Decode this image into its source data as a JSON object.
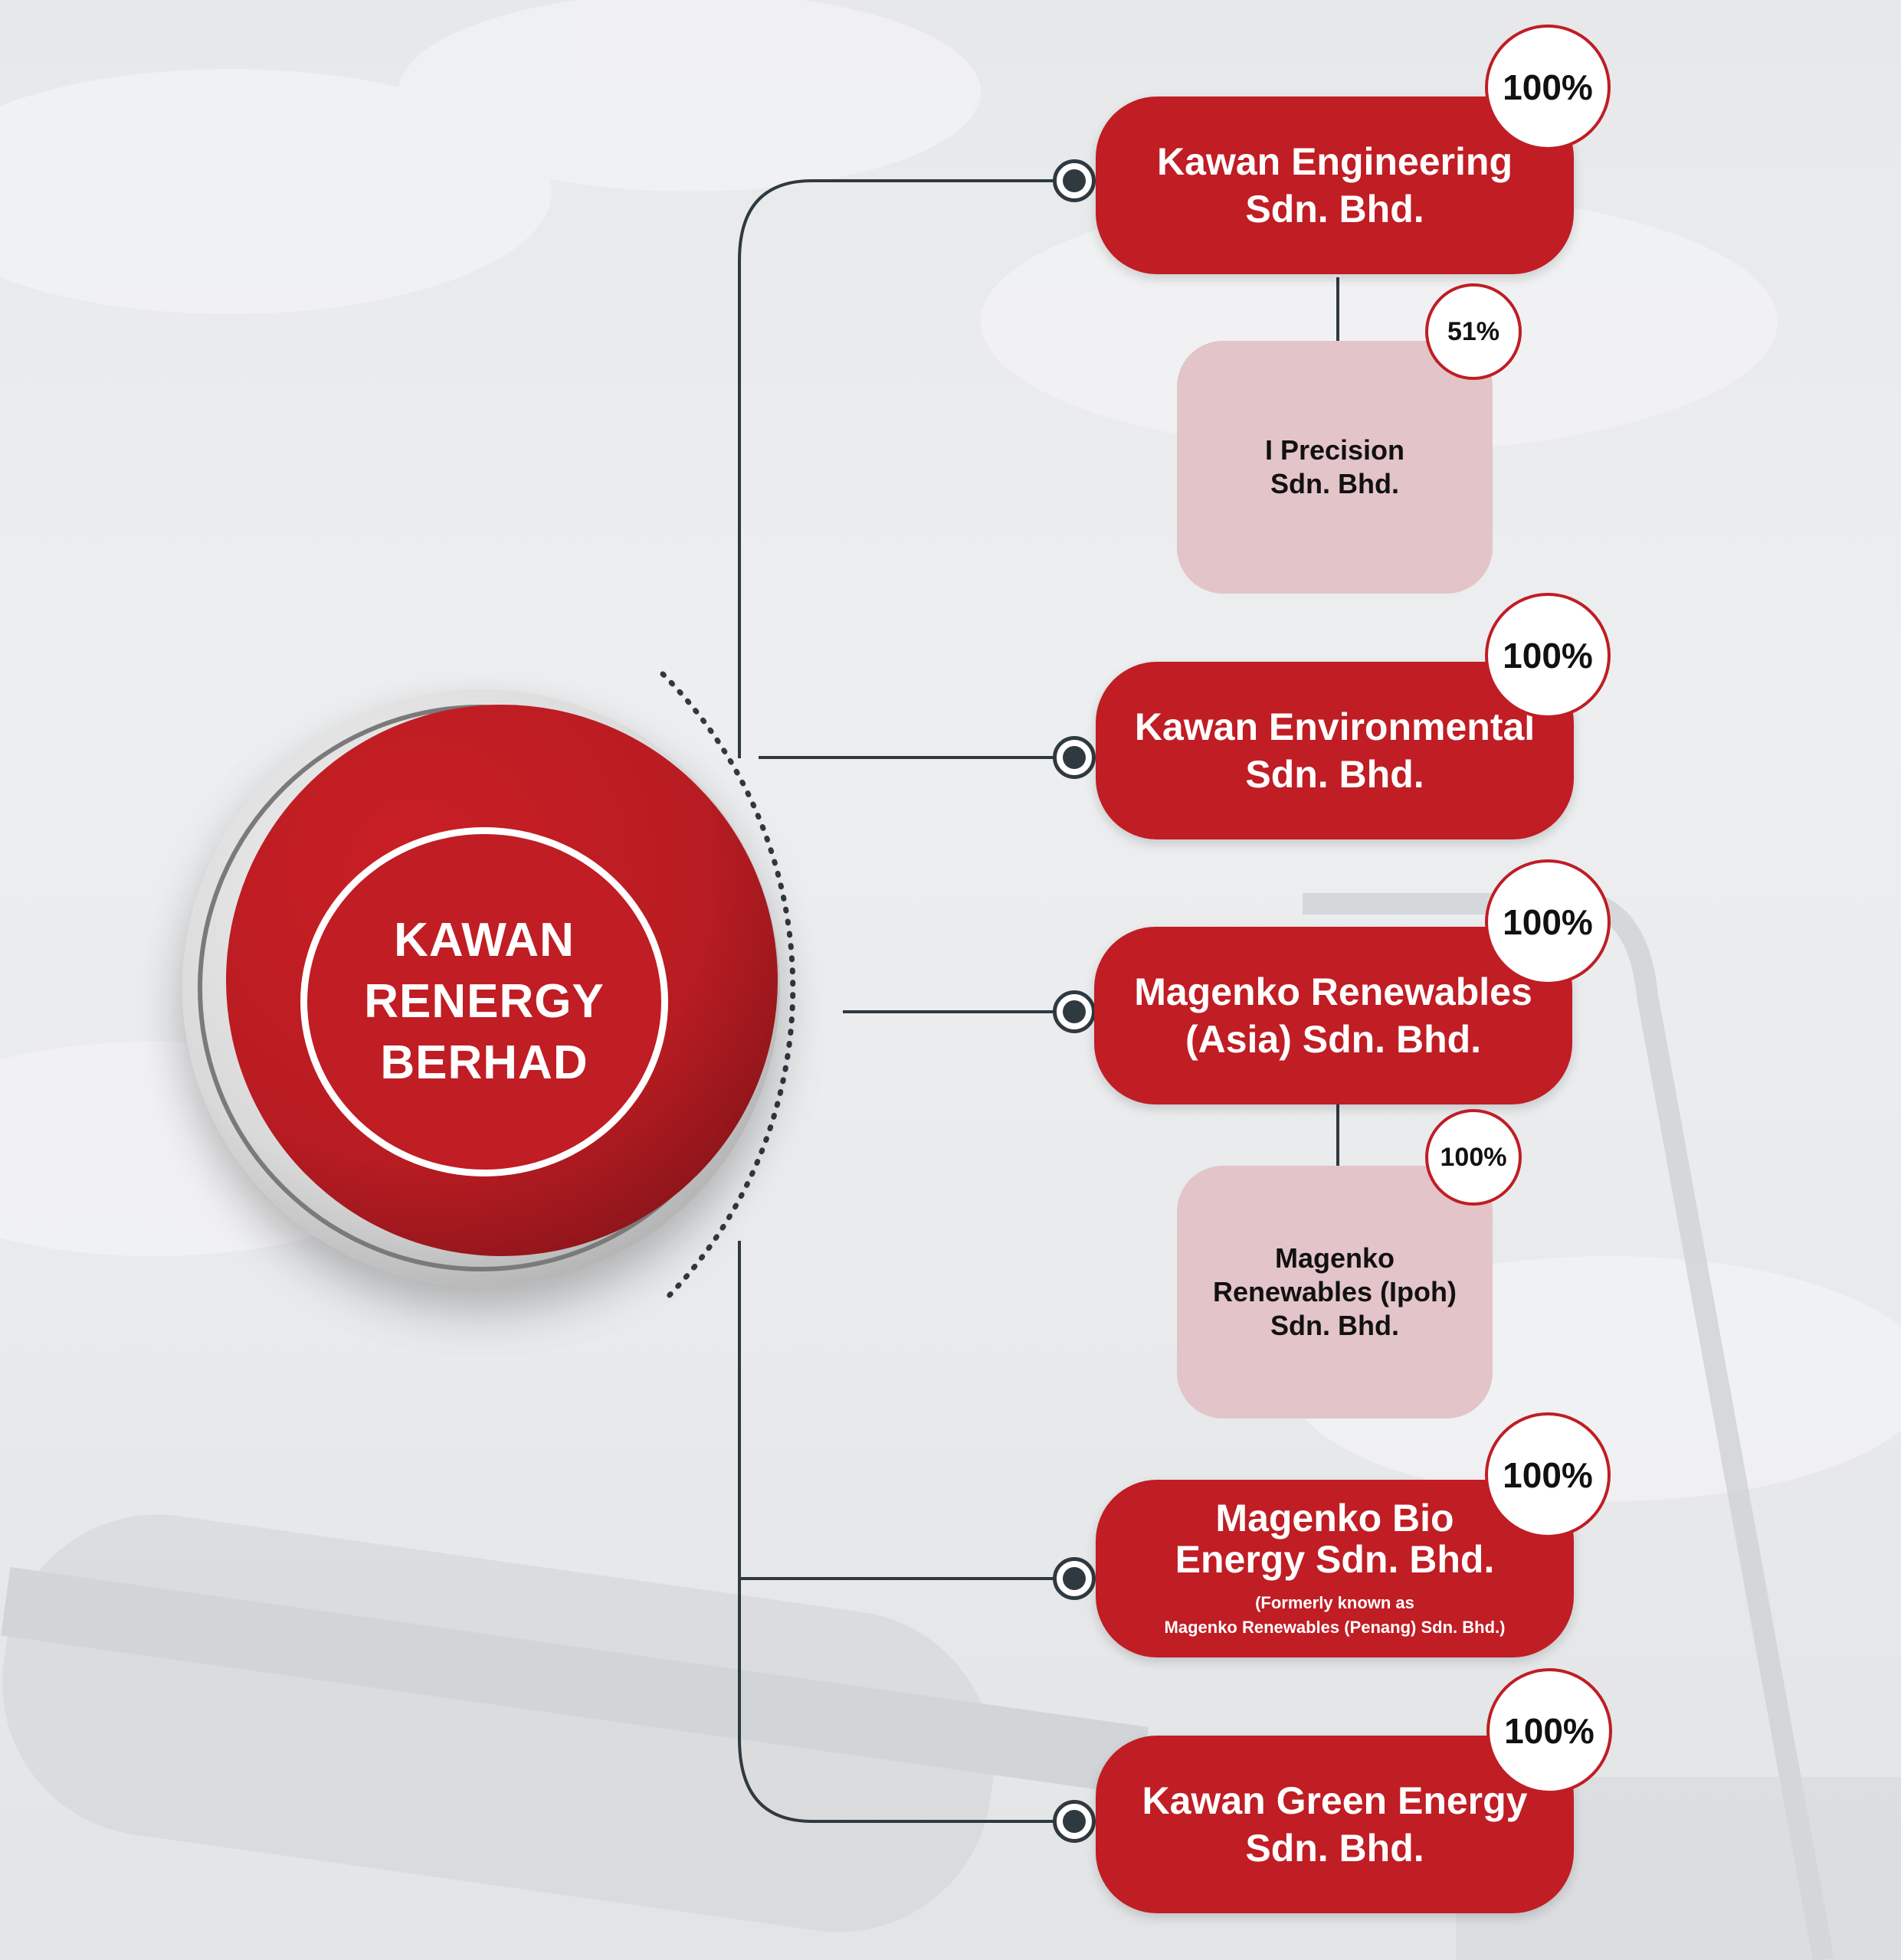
{
  "colors": {
    "brand_red": "#c01d24",
    "subsidiary_fill": "#e3c4c8",
    "connector": "#2f3940",
    "badge_fill": "#ffffff"
  },
  "hub": {
    "title": "KAWAN\nRENERGY\nBERHAD"
  },
  "companies": [
    {
      "line1": "Kawan Engineering",
      "line2": "Sdn. Bhd.",
      "share": "100%"
    },
    {
      "line1": "Kawan Environmental",
      "line2": "Sdn. Bhd.",
      "share": "100%"
    },
    {
      "line1": "Magenko Renewables",
      "line2": "(Asia) Sdn. Bhd.",
      "share": "100%"
    },
    {
      "line1": "Magenko Bio",
      "line2": "Energy Sdn. Bhd.",
      "note1": "(Formerly known as",
      "note2": "Magenko Renewables (Penang) Sdn. Bhd.)",
      "share": "100%"
    },
    {
      "line1": "Kawan Green Energy",
      "line2": "Sdn. Bhd.",
      "share": "100%"
    }
  ],
  "subsidiaries": [
    {
      "parent": "Kawan Engineering Sdn. Bhd.",
      "line1": "I Precision",
      "line2": "Sdn. Bhd.",
      "share": "51%"
    },
    {
      "parent": "Magenko Renewables (Asia) Sdn. Bhd.",
      "line1": "Magenko",
      "line2": "Renewables (Ipoh)",
      "line3": "Sdn. Bhd.",
      "share": "100%"
    }
  ]
}
